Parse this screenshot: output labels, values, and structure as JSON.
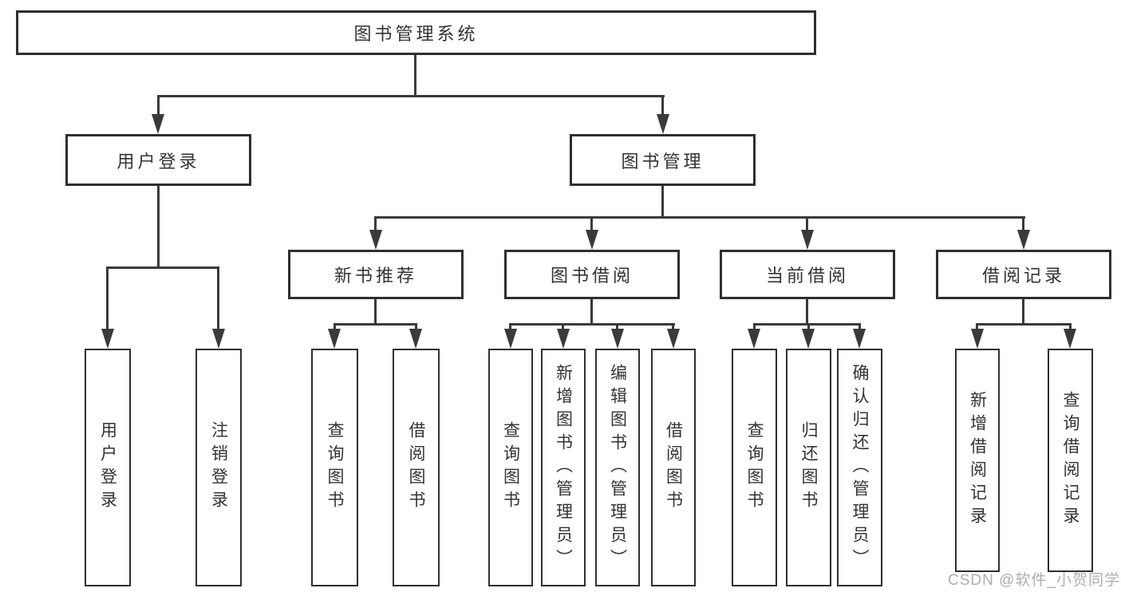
{
  "diagram": {
    "title": "图书管理系统",
    "nodes": {
      "root": "图书管理系统",
      "l2": {
        "userLogin": "用户登录",
        "bookMgmt": "图书管理"
      },
      "l3": {
        "newBook": "新书推荐",
        "bookBorrow": "图书借阅",
        "currentBorrow": "当前借阅",
        "records": "借阅记录"
      },
      "leaves": {
        "userLogin": "用户登录",
        "logout": "注销登录",
        "queryA": "查询图书",
        "borrowA": "借阅图书",
        "queryB": "查询图书",
        "addBook": "新增图书（管理员）",
        "editBook": "编辑图书（管理员）",
        "borrowB": "借阅图书",
        "queryC": "查询图书",
        "returnBook": "归还图书",
        "confirmReturn": "确认归还（管理员）",
        "addRecord": "新增借阅记录",
        "queryRecord": "查询借阅记录"
      }
    },
    "colors": {
      "line": "#3a3a3a",
      "border": "#2f2f2f",
      "text": "#333333",
      "background": "#ffffff",
      "watermark": "#a0a0a0"
    }
  },
  "watermark": {
    "text": "CSDN @软件_小贺同学"
  }
}
